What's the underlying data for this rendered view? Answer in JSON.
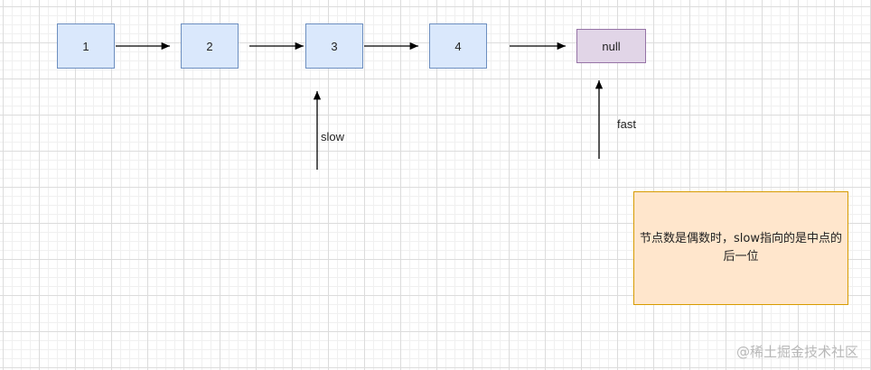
{
  "nodes": [
    {
      "label": "1"
    },
    {
      "label": "2"
    },
    {
      "label": "3"
    },
    {
      "label": "4"
    },
    {
      "label": "null"
    }
  ],
  "pointers": {
    "slow": "slow",
    "fast": "fast"
  },
  "note": {
    "text": "节点数是偶数时，slow指向的是中点的后一位"
  },
  "watermark": "@稀土掘金技术社区",
  "colors": {
    "node_fill": "#dae8fc",
    "node_stroke": "#6c8ebf",
    "null_fill": "#e1d5e7",
    "null_stroke": "#9673a6",
    "note_fill": "#ffe6cc",
    "note_stroke": "#d79b00"
  }
}
